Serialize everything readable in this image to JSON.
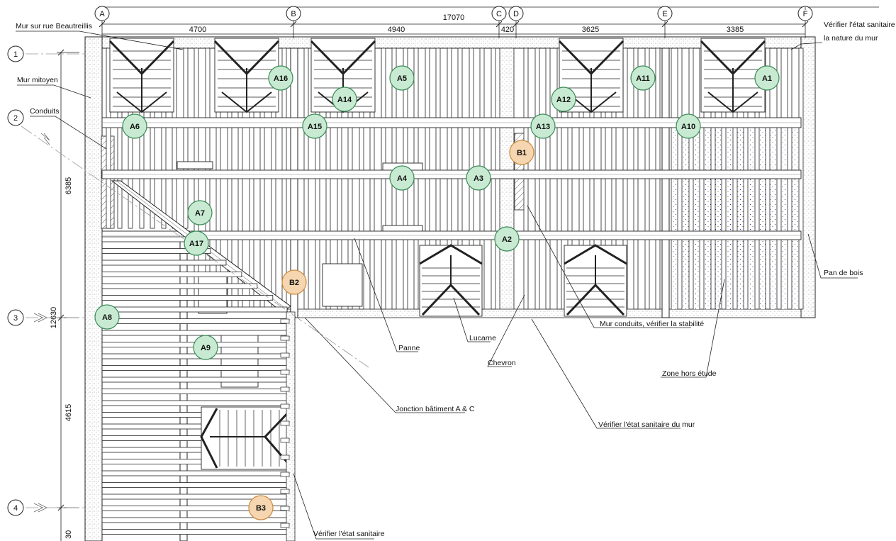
{
  "axes_columns": [
    "A",
    "B",
    "C",
    "D",
    "E",
    "F"
  ],
  "axes_rows": [
    "1",
    "2",
    "3",
    "4"
  ],
  "dimensions": {
    "total": "17070",
    "spans": [
      "4700",
      "4940",
      "420",
      "3625",
      "3385"
    ],
    "vertical": [
      "6385",
      "12630",
      "4615",
      "30"
    ]
  },
  "labels": {
    "mur_rue": "Mur sur rue Beautreillis",
    "mur_mitoyen": "Mur mitoyen",
    "conduits": "Conduits",
    "verifier_etat_line1": "Vérifier l'état sanitaire et",
    "verifier_etat_line2": "la nature du mur",
    "pan_de_bois": "Pan de bois",
    "panne": "Panne",
    "lucarne": "Lucarne",
    "chevron": "Chevron",
    "mur_conduits": "Mur conduits, vérifier la stabilité",
    "zone_hors_etude": "Zone hors étude",
    "jonction": "Jonction bâtiment A & C",
    "verifier_mur": "Vérifier l'état sanitaire du mur",
    "verifier_sanitaire": "Vérifier l'état sanitaire"
  },
  "markers": [
    {
      "id": "A1",
      "type": "A"
    },
    {
      "id": "A2",
      "type": "A"
    },
    {
      "id": "A3",
      "type": "A"
    },
    {
      "id": "A4",
      "type": "A"
    },
    {
      "id": "A5",
      "type": "A"
    },
    {
      "id": "A6",
      "type": "A"
    },
    {
      "id": "A7",
      "type": "A"
    },
    {
      "id": "A8",
      "type": "A"
    },
    {
      "id": "A9",
      "type": "A"
    },
    {
      "id": "A10",
      "type": "A"
    },
    {
      "id": "A11",
      "type": "A"
    },
    {
      "id": "A12",
      "type": "A"
    },
    {
      "id": "A13",
      "type": "A"
    },
    {
      "id": "A14",
      "type": "A"
    },
    {
      "id": "A15",
      "type": "A"
    },
    {
      "id": "A16",
      "type": "A"
    },
    {
      "id": "A17",
      "type": "A"
    },
    {
      "id": "B1",
      "type": "B"
    },
    {
      "id": "B2",
      "type": "B"
    },
    {
      "id": "B3",
      "type": "B"
    }
  ],
  "colors": {
    "marker_a_fill": "#c8ead2",
    "marker_a_stroke": "#3a8a55",
    "marker_b_fill": "#f6d6b0",
    "marker_b_stroke": "#c98a3e",
    "line": "#222222",
    "zone_dots": "#1a2a7a"
  }
}
